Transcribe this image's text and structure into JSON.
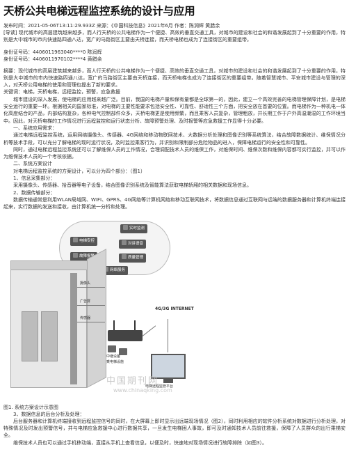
{
  "doc": {
    "title": "天桥公共电梯远程监控系统的设计与应用",
    "meta_line": "发布时间：2021-05-06T13:11:29.933Z    来源：《中国科技信息》2021年6月   作者：陈润辉 黄腊余",
    "guide": "[导读] 现代城市的高层建筑越来越多，而人行天桥的公共电梯作为一个便捷、高效的垂直交通工具，对城市的建设和社会的和谐发展起到了十分重要的作用，特别是大中城市的市内快速路四通八达，宽广的马路街区主要由天桥连接，而天桥电梯也成为了连接街区的重要组带。",
    "id_lines": [
      "身份证号码：4406011963040****0    陈润辉",
      "身份证号码：4406011970102****4    黄腊余"
    ],
    "abstract": "摘要：现代城市的高层建筑越来越多，而人行天桥的公共电梯作为一个便捷、高效的垂直交通工具，对城市的建设和社会的和谐发展起到了十分重要的作用，特别是大中城市的市内快速路四通八达，宽广的马路街区主要由天桥连接，而天桥电梯也成为了连接街区的重要组带。随着智慧城市、平安城市建设与管理的深入，对天桥公用电梯的使用和管理也提出了新的要求。",
    "keywords": "关键词：电梯，天桥电梯，远程监控，预警，应急救援",
    "body": [
      "城市建设的深入发展，使电梯的应用越来越广泛。目前，我国的电梯产量和保有量都是全球第一的，因此，建立一个高效完善的电梯管理保障计划，是电梯安全运行的重要一环。根据相关的国家标准，对电梯的主要性能要求包括安全性、可靠性、舒适性三个方面，把安全放在首要的位置。而电梯作为一种机电一体化高度结合的产品，内部结构复杂，各种电气控制部件众多，天桥电梯更是使用频繁，而且乘客人员复杂，管理粗放，并长期工作于户外高温潮湿的工作环境当中。因此，对天桥电梯的工作情况进行远程监控和运行状态分析、故障预警处理、及时报警等应急救援工作显得十分必要。",
      "一、系统应用需求：",
      "通过电梯远程监控系统，运用网络摄像头、传感器、4G网络和移动物联网技术、大数据分析处理和图像识别等系统算法，结合故障数据统计、维保情况分析等技术手段，可以充分了解电梯的现时运行状况，及时监控乘客行为，并识别和限制部分危险物品的进入，保障电梯运行的安全性和可靠性。",
      "同时，通过电梯远程监控系统还可以了解维保人员的工作情况，合理调配技术人员的维保工作，对维保时间、维保次数和维保内容都可实行监控，并可以作为维保技术人员的一个考核依据。",
      "二、系统方案设计",
      "对电梯远程监控系统的方案设计，可以分为四个部分：（图1）",
      "1、信息采集部分：",
      "采用摄像头、传感器、拾音器等电子设备，结合图像识别系统及智能算法获取电梯轿厢的相关数据和现场信息。",
      "2、数据传输部分：",
      "数据传输通常是利用WLAN局域网、WIFI、GPRS、4G网络等计算机网络和移动互联网技术，将数据信息通过互联网与远端的数据服务器和计算机终端连接起来，实行数据的发送和接收，由计算机统一分析和处理。"
    ],
    "figure_caption": "图1. 系统方案设计示意图",
    "after": [
      "3、数据信息的后台分析及处理：",
      "后台服务器和计算机终端接收到远程监控信号的同时，在大屏幕上即时显示出远端现场情况（图2），同时利用相应的软件分析系统对数据进行分析处理，对特殊情况及时发出预警信号，并与电梯应急救援中心进行数据共享，一旦发生电梯困人事故，即可及时通知技术人员前往救援，保障了人员群众的出行乘梯安全。",
      "维保技术人员也可以通过手机移动端，直接从手机上查看信息，以便及时，快速地对现场情况进行故障排除（如图3）。"
    ]
  },
  "figure": {
    "chips": {
      "realtime_monitor": "实时监测",
      "elevator_control": "电梯安控",
      "intercom": "对讲语音",
      "fault_alarm": "故障报警",
      "quality_management": "质量管理",
      "network_service": "网络服务"
    },
    "camera_label": "摄像头",
    "ad_screen_label": "广告屏",
    "sensor_label": "传感器",
    "device_labels": [
      "中继设备",
      "乘电梯设施"
    ],
    "network_label": "4G/3G INTERNET",
    "platform_label": "电梯远程监管平台",
    "watermark_cn": "中国期刊网",
    "watermark_url": "www.chinaqking.com"
  }
}
